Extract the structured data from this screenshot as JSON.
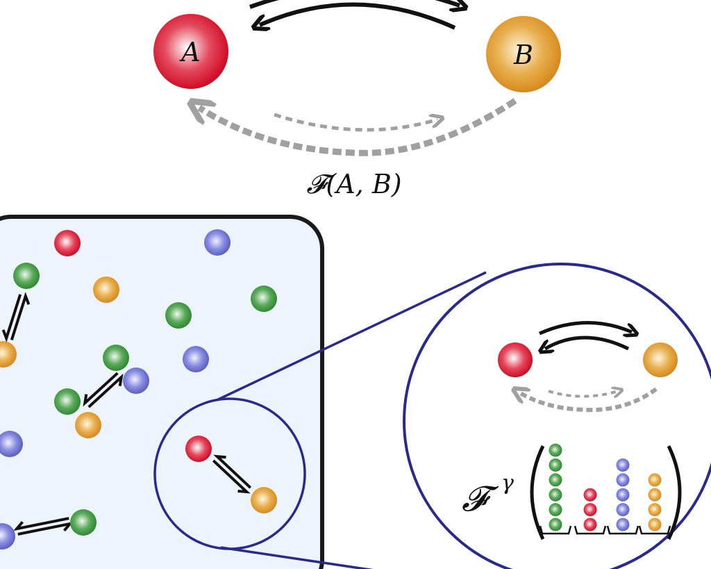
{
  "top": {
    "node_a_label": "A",
    "node_b_label": "B",
    "function_label": "𝓕(A, B)"
  },
  "zoom": {
    "function_label": "𝓕",
    "exponent_label": "γ",
    "column_counts": {
      "green": 6,
      "red": 3,
      "blue": 5,
      "orange": 4
    }
  },
  "colors": {
    "red": "#d8142c",
    "orange": "#e0962a",
    "green": "#3c9a3c",
    "blue": "#6f74cf",
    "navy": "#2a2a8c",
    "box_fill": "#eef4fb",
    "dash_gray": "#a0a0a0"
  }
}
